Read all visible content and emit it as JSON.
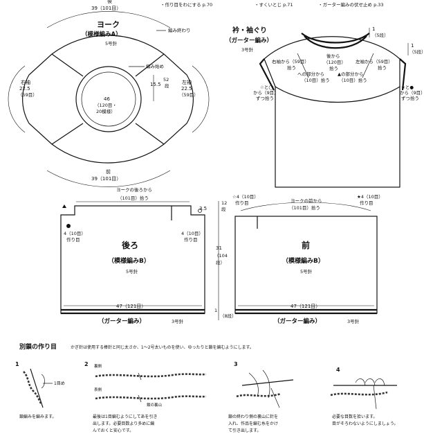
{
  "header": {
    "note1": "・作り目をわにする p.70",
    "note2": "・すくいとじ p.71",
    "note3": "・ガーター編みの伏せ止め p.33"
  },
  "yoke": {
    "title": "ヨーク",
    "subtitle": "（模様編みA）",
    "needle": "5号針",
    "top_dim": "39（101目）",
    "bottom_label": "前",
    "bottom_dim": "39（101目）",
    "right_sleeve_label": "右袖",
    "right_sleeve_dim1": "22.5",
    "right_sleeve_dim2": "（59目）",
    "left_sleeve_label": "左袖",
    "left_sleeve_dim1": "22.5",
    "left_sleeve_dim2": "（59目）",
    "back_label": "後",
    "end_label": "編み終わり",
    "start_label": "編み始め",
    "height_dim": "15.5",
    "height_rows1": "52",
    "height_rows2": "段",
    "center_dim1": "46",
    "center_dim2": "（120目・",
    "center_dim3": "20模様）"
  },
  "collar": {
    "title": "衿・袖ぐり",
    "subtitle": "（ガーター編み）",
    "needle": "3号針",
    "top_right_dim1": "1",
    "top_right_dim2": "（5段）",
    "right_edge_dim1": "1",
    "right_edge_dim2": "（5段）",
    "right_sleeve_pick1": "右袖から（59目）",
    "right_sleeve_pick2": "拾う",
    "back_pick1": "後から",
    "back_pick2": "（120目）",
    "back_pick3": "拾う",
    "left_sleeve_pick1": "左袖から（59目）",
    "left_sleeve_pick2": "拾う",
    "mid_left_pick1": "への部分から",
    "mid_left_pick2": "（10目）拾う",
    "mid_right_pick1": "▲の部分から",
    "mid_right_pick2": "（10目）拾う",
    "side_left1": "☆と◯",
    "side_left2": "から（9目）",
    "side_left3": "ずつ拾う",
    "side_right1": "★と●",
    "side_right2": "から（9目）",
    "side_right3": "ずつ拾う"
  },
  "back_body": {
    "title": "後ろ",
    "subtitle": "（模様編みB）",
    "needle": "5号針",
    "top_pick1": "ヨークの後ろから",
    "top_pick2": "（101目）拾う",
    "side_pick1": "4（10目）",
    "side_pick2": "作り目",
    "left_mark1": "4（10目）",
    "left_mark2": "作り目",
    "width_dim": "47（121目）",
    "hem_label": "（ガーター編み）",
    "hem_needle": "3号針",
    "shoulder_dim": "3.5",
    "top_dim1": "12",
    "top_dim2": "段",
    "total_dim1": "31",
    "total_dim2": "（104",
    "total_dim3": "段）",
    "hem_dim1": "1",
    "hem_dim2": "（8段）"
  },
  "front_body": {
    "title": "前",
    "subtitle": "（模様編みB）",
    "needle": "5号針",
    "left_mark1": "☆4（10目）",
    "left_mark2": "作り目",
    "top_pick1": "ヨークの前から",
    "top_pick2": "（101目）拾う",
    "right_mark1": "★4（10目）",
    "right_mark2": "作り目",
    "width_dim": "47（121目）",
    "hem_label": "（ガーター編み）",
    "hem_needle": "3号針"
  },
  "instructions": {
    "title": "別鎖の作り目",
    "note": "かぎ針は使用する棒針と同じ太さか、1〜2号太いものを使い、ゆったりと鎖を編むようにします。",
    "step1_num": "1",
    "step1_label": "1目め",
    "step1_text": "鎖編みを編みます。",
    "step2_num": "2",
    "step2_label_a": "裏側",
    "step2_label_b": "表側",
    "step2_label_c": "鎖の裏山",
    "step2_text1": "最後は1目編むようにしてあを引き",
    "step2_text2": "出します。必要目数より多めに編",
    "step2_text3": "んでおくと安心です。",
    "step3_num": "3",
    "step3_text1": "鎖の終わり側の裏山に針を",
    "step3_text2": "入れ、作品を編む糸をかけ",
    "step3_text3": "て引き出します。",
    "step4_num": "4",
    "step4_text1": "必要な目数を拾います。",
    "step4_text2": "目がそろわないようにしましょう。"
  }
}
